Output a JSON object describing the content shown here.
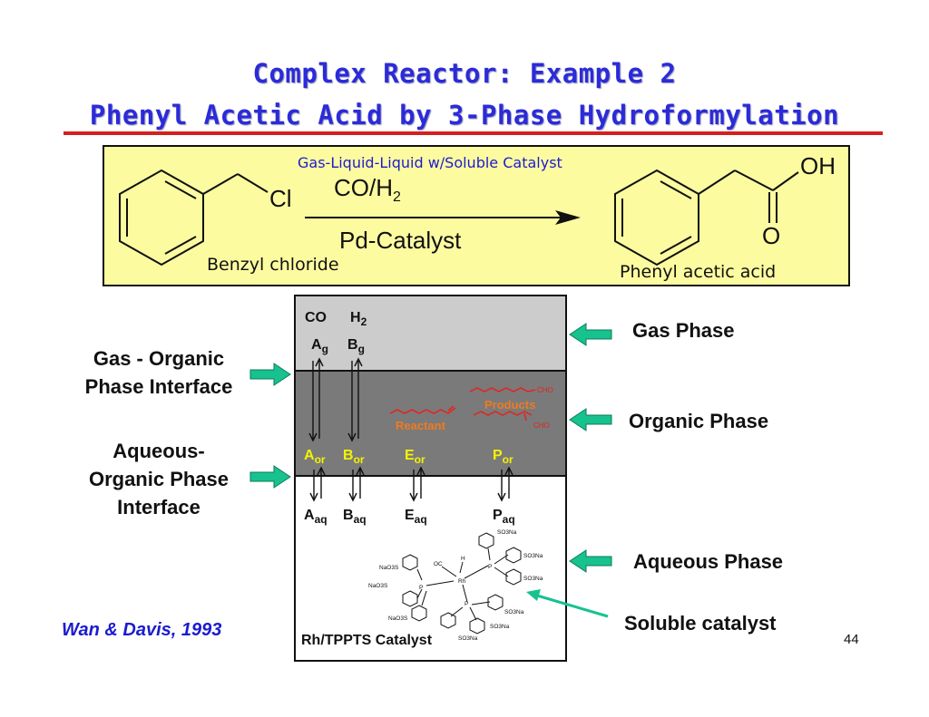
{
  "title": {
    "line1": "Complex Reactor: Example 2",
    "line2": "Phenyl Acetic Acid by 3-Phase Hydroformylation"
  },
  "reaction": {
    "conditions_note": "Gas-Liquid-Liquid w/Soluble Catalyst",
    "reagent_above_arrow": "CO/H",
    "reagent_above_sub": "2",
    "reagent_below_arrow": "Pd-Catalyst",
    "reactant_substituent": "Cl",
    "product_oh": "OH",
    "product_o": "O",
    "reactant_name": "Benzyl chloride",
    "product_name": "Phenyl acetic acid"
  },
  "reactor": {
    "gas_species": [
      "CO",
      "H"
    ],
    "gas_species_sub": "2",
    "gas_phase_species": [
      {
        "base": "A",
        "sub": "g"
      },
      {
        "base": "B",
        "sub": "g"
      }
    ],
    "organic_species": [
      {
        "base": "A",
        "sub": "or"
      },
      {
        "base": "B",
        "sub": "or"
      },
      {
        "base": "E",
        "sub": "or"
      },
      {
        "base": "P",
        "sub": "or"
      }
    ],
    "aqueous_species": [
      {
        "base": "A",
        "sub": "aq"
      },
      {
        "base": "B",
        "sub": "aq"
      },
      {
        "base": "E",
        "sub": "aq"
      },
      {
        "base": "P",
        "sub": "aq"
      }
    ],
    "reactant_label": "Reactant",
    "products_label": "Products",
    "cho_label": "CHO",
    "catalyst_label": "Rh/TPPTS Catalyst",
    "catalyst_atoms": {
      "rh": "Rh",
      "p": "P",
      "h": "H",
      "oc": "OC",
      "so3na": "SO3Na",
      "nao3s": "NaO3S"
    }
  },
  "labels": {
    "gas_phase": "Gas Phase",
    "organic_phase": "Organic Phase",
    "aqueous_phase": "Aqueous Phase",
    "soluble_catalyst": "Soluble catalyst",
    "gas_organic_interface": [
      "Gas - Organic",
      "Phase Interface"
    ],
    "aqueous_organic_interface": [
      "Aqueous-",
      "Organic Phase",
      "Interface"
    ]
  },
  "reference": "Wan &  Davis, 1993",
  "page_number": "44",
  "colors": {
    "title": "#2b2bd9",
    "title_rule": "#d42020",
    "reaction_box": "#fdfba0",
    "gas_phase": "#cccccc",
    "organic_phase": "#7a7a7a",
    "organic_species": "#f4f400",
    "reactant_molecule": "#e8201f",
    "reactant_text": "#f07a20",
    "pointer_arrow": "#17c28f",
    "reference": "#1b1bd0"
  }
}
